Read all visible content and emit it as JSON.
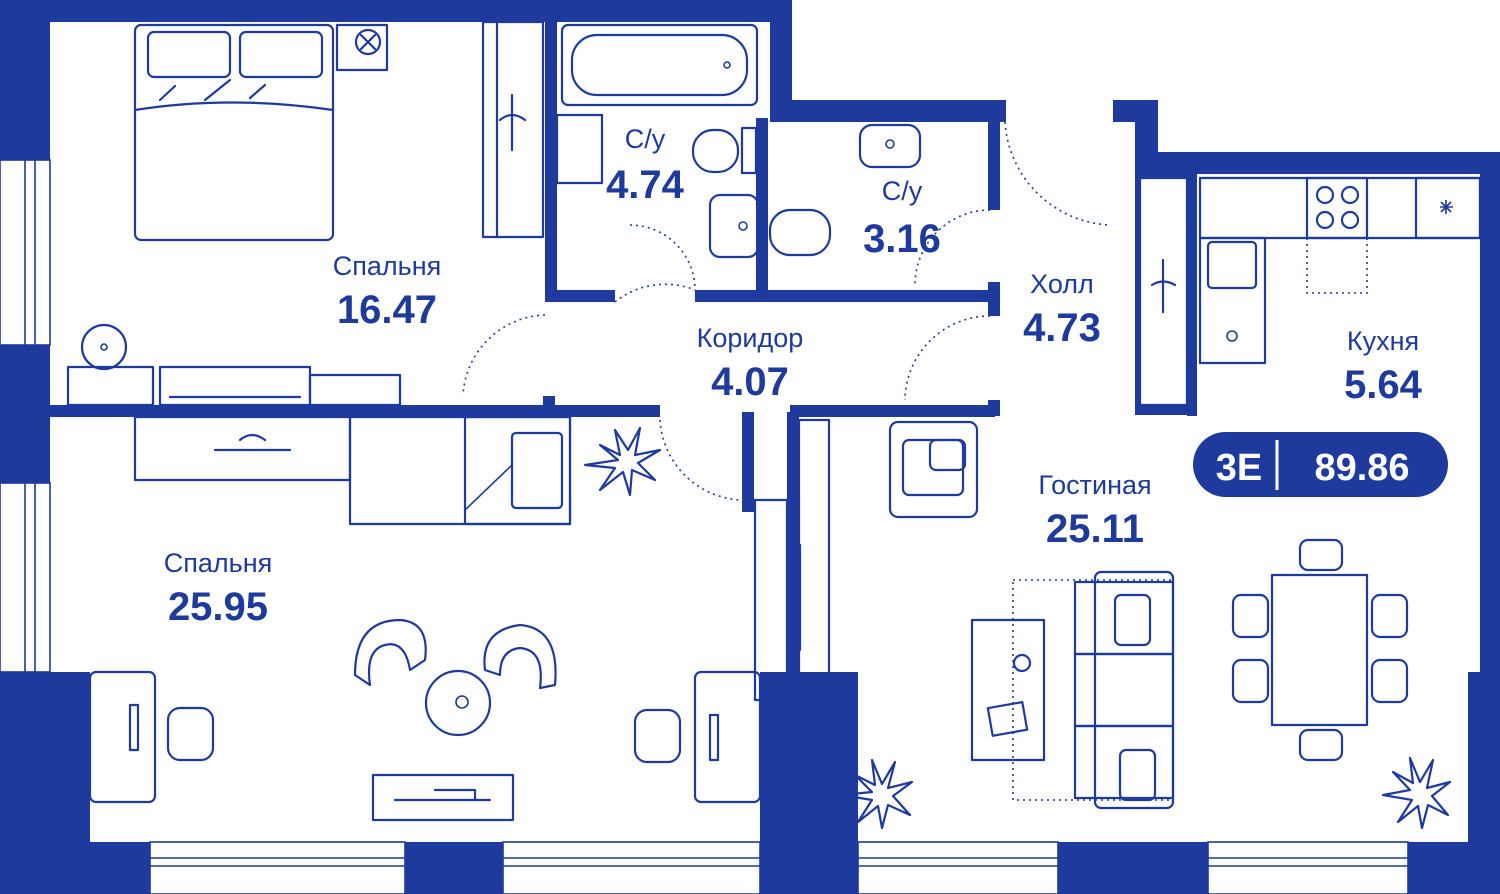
{
  "colors": {
    "primary": "#1e3a9c",
    "background": "#ffffff"
  },
  "badge": {
    "type": "3Е",
    "area": "89.86"
  },
  "rooms": {
    "bedroom1": {
      "name": "Спальня",
      "area": "16.47"
    },
    "bath1": {
      "name": "С/у",
      "area": "4.74"
    },
    "bath2": {
      "name": "С/у",
      "area": "3.16"
    },
    "hall": {
      "name": "Холл",
      "area": "4.73"
    },
    "kitchen": {
      "name": "Кухня",
      "area": "5.64"
    },
    "corridor": {
      "name": "Коридор",
      "area": "4.07"
    },
    "living": {
      "name": "Гостиная",
      "area": "25.11"
    },
    "bedroom2": {
      "name": "Спальня",
      "area": "25.95"
    }
  },
  "icons": [
    "bed-icon",
    "bathtub-icon",
    "toilet-icon",
    "sink-icon",
    "wardrobe-icon",
    "stove-icon",
    "plant-icon",
    "sofa-icon",
    "dining-table-icon",
    "armchair-icon",
    "desk-icon",
    "tv-icon",
    "door-swing-icon"
  ]
}
